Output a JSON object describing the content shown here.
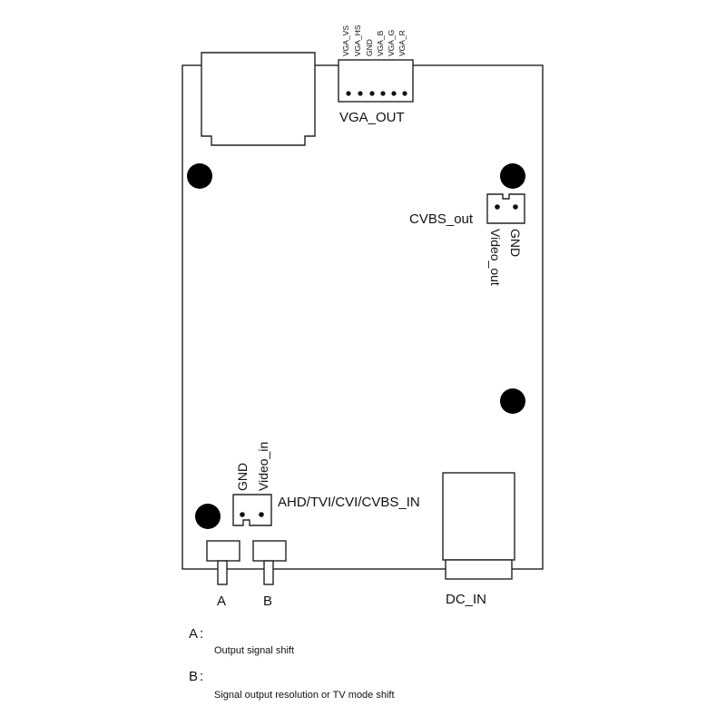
{
  "board": {
    "vga_pins": [
      "VGA_VS",
      "VGA_HS",
      "GND",
      "VGA_B",
      "VGA_G",
      "VGA_R"
    ],
    "vga_label": "VGA_OUT",
    "cvbs_label": "CVBS_out",
    "cvbs_pin_gnd": "GND",
    "cvbs_pin_video": "Video_out",
    "input_pin_gnd": "GND",
    "input_pin_video": "Video_in",
    "input_label": "AHD/TVI/CVI/CVBS_IN",
    "switch_a": "A",
    "switch_b": "B",
    "dc_label": "DC_IN"
  },
  "notes": [
    {
      "key": "A:",
      "text": "Output signal shift"
    },
    {
      "key": "B:",
      "text": "Signal output resolution or TV mode shift"
    }
  ]
}
